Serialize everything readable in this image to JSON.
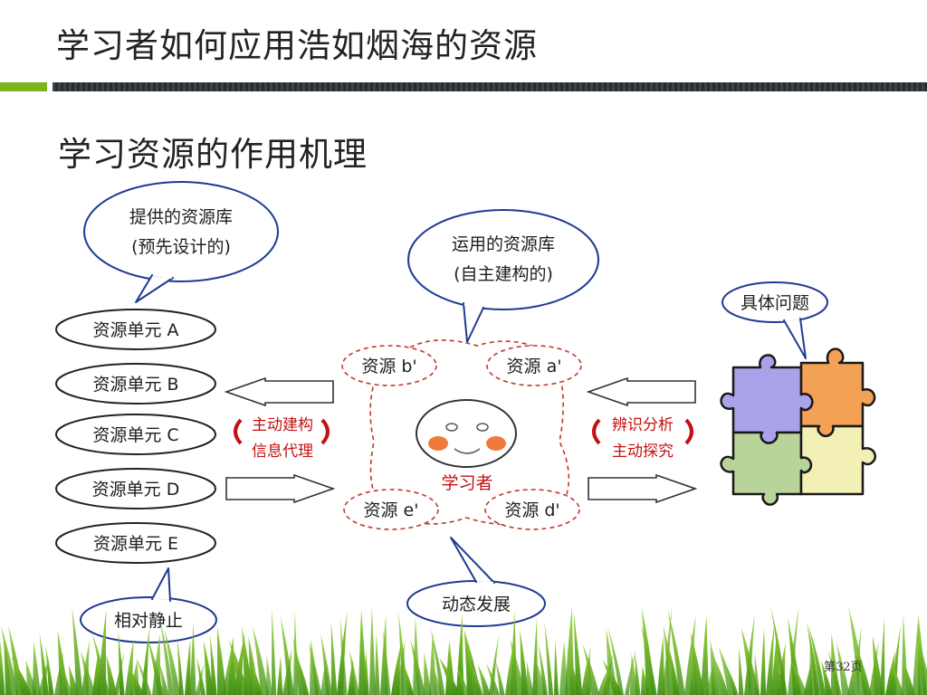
{
  "slide": {
    "title": "学习者如何应用浩如烟海的资源",
    "subtitle": "学习资源的作用机理",
    "page_number": "第32页"
  },
  "diagram": {
    "callouts": {
      "provided_library_line1": "提供的资源库",
      "provided_library_line2": "(预先设计的)",
      "applied_library_line1": "运用的资源库",
      "applied_library_line2": "(自主建构的)",
      "specific_problem": "具体问题",
      "relatively_static": "相对静止",
      "dynamic_development": "动态发展"
    },
    "resource_units": [
      "资源单元 A",
      "资源单元 B",
      "资源单元 C",
      "资源单元 D",
      "资源单元 E"
    ],
    "resources": {
      "b": "资源 b'",
      "a": "资源 a'",
      "e": "资源 e'",
      "d": "资源 d'"
    },
    "learner": "学习者",
    "left_exchange": {
      "line1": "主动建构",
      "line2": "信息代理"
    },
    "right_exchange": {
      "line1": "辨识分析",
      "line2": "主动探究"
    }
  },
  "colors": {
    "accent_green": "#7ab51d",
    "callout_blue": "#1f3a93",
    "dashed_red": "#c0392b",
    "label_red": "#c41010",
    "puzzle_blue": "#a9a4ea",
    "puzzle_orange": "#f2a155",
    "puzzle_green": "#b9d49a",
    "puzzle_yellow": "#f3f0b6"
  }
}
